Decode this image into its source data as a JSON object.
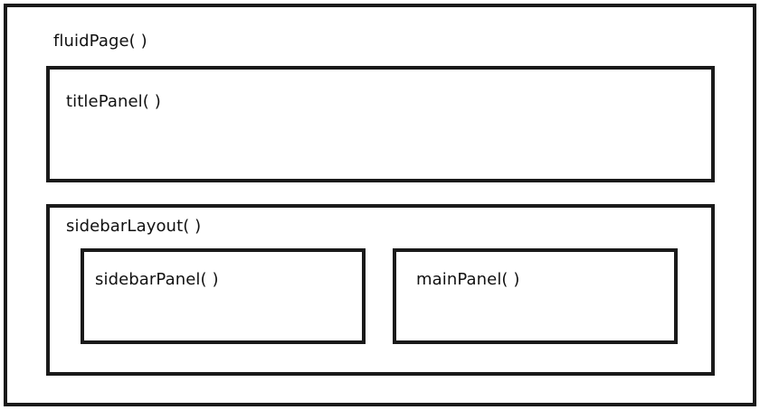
{
  "diagram": {
    "fluid_page": {
      "label": "fluidPage( )"
    },
    "title_panel": {
      "label": "titlePanel( )"
    },
    "sidebar_layout": {
      "label": "sidebarLayout( )",
      "sidebar_panel": {
        "label": "sidebarPanel( )"
      },
      "main_panel": {
        "label": "mainPanel( )"
      }
    }
  },
  "colors": {
    "border": "#1a1a1a",
    "background": "#ffffff",
    "text": "#111111"
  }
}
